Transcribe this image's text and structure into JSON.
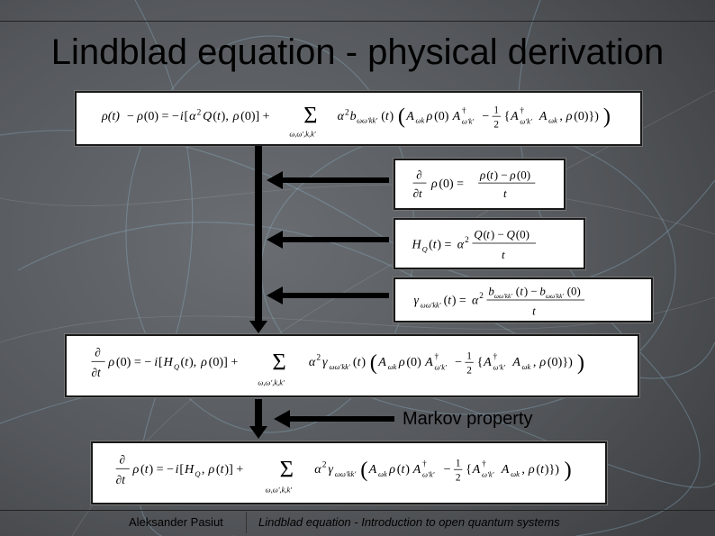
{
  "slide": {
    "title": "Lindblad equation - physical derivation",
    "markov_label": "Markov property"
  },
  "equations": {
    "eq_top": "ρ(t) − ρ(0) = −i[α²Q(t), ρ(0)] + Σ_{ω,ω',k,k'} α² b_{ωω'kk'}(t) (A_{ωk} ρ(0) A†_{ω'k'} − ½{A†_{ω'k'} A_{ωk}, ρ(0)})",
    "eq_deriv": "∂/∂t ρ(0) = (ρ(t) − ρ(0)) / t",
    "eq_hq": "H_Q(t) = α² (Q(t) − Q(0)) / t",
    "eq_gamma": "γ_{ωω'kk'}(t) = α² (b_{ωω'kk'}(t) − b_{ωω'kk'}(0)) / t",
    "eq_mid": "∂/∂t ρ(0) = −i[H_Q(t), ρ(0)] + Σ_{ω,ω',k,k'} α² γ_{ωω'kk'}(t) (A_{ωk} ρ(0) A†_{ω'k'} − ½{A†_{ω'k'} A_{ωk}, ρ(0)})",
    "eq_bottom": "∂/∂t ρ(t) = −i[H_Q, ρ(t)] + Σ_{ω,ω',k,k'} α² γ_{ωω'kk'} (A_{ωk} ρ(t) A†_{ω'k'} − ½{A†_{ω'k'} A_{ωk}, ρ(t)})"
  },
  "footer": {
    "author": "Aleksander Pasiut",
    "course": "Lindblad equation - Introduction to open quantum systems"
  },
  "colors": {
    "background": "#56595c",
    "accent_lines": "#8fb4cc",
    "box_fill": "#ffffff",
    "arrow": "#000000"
  }
}
